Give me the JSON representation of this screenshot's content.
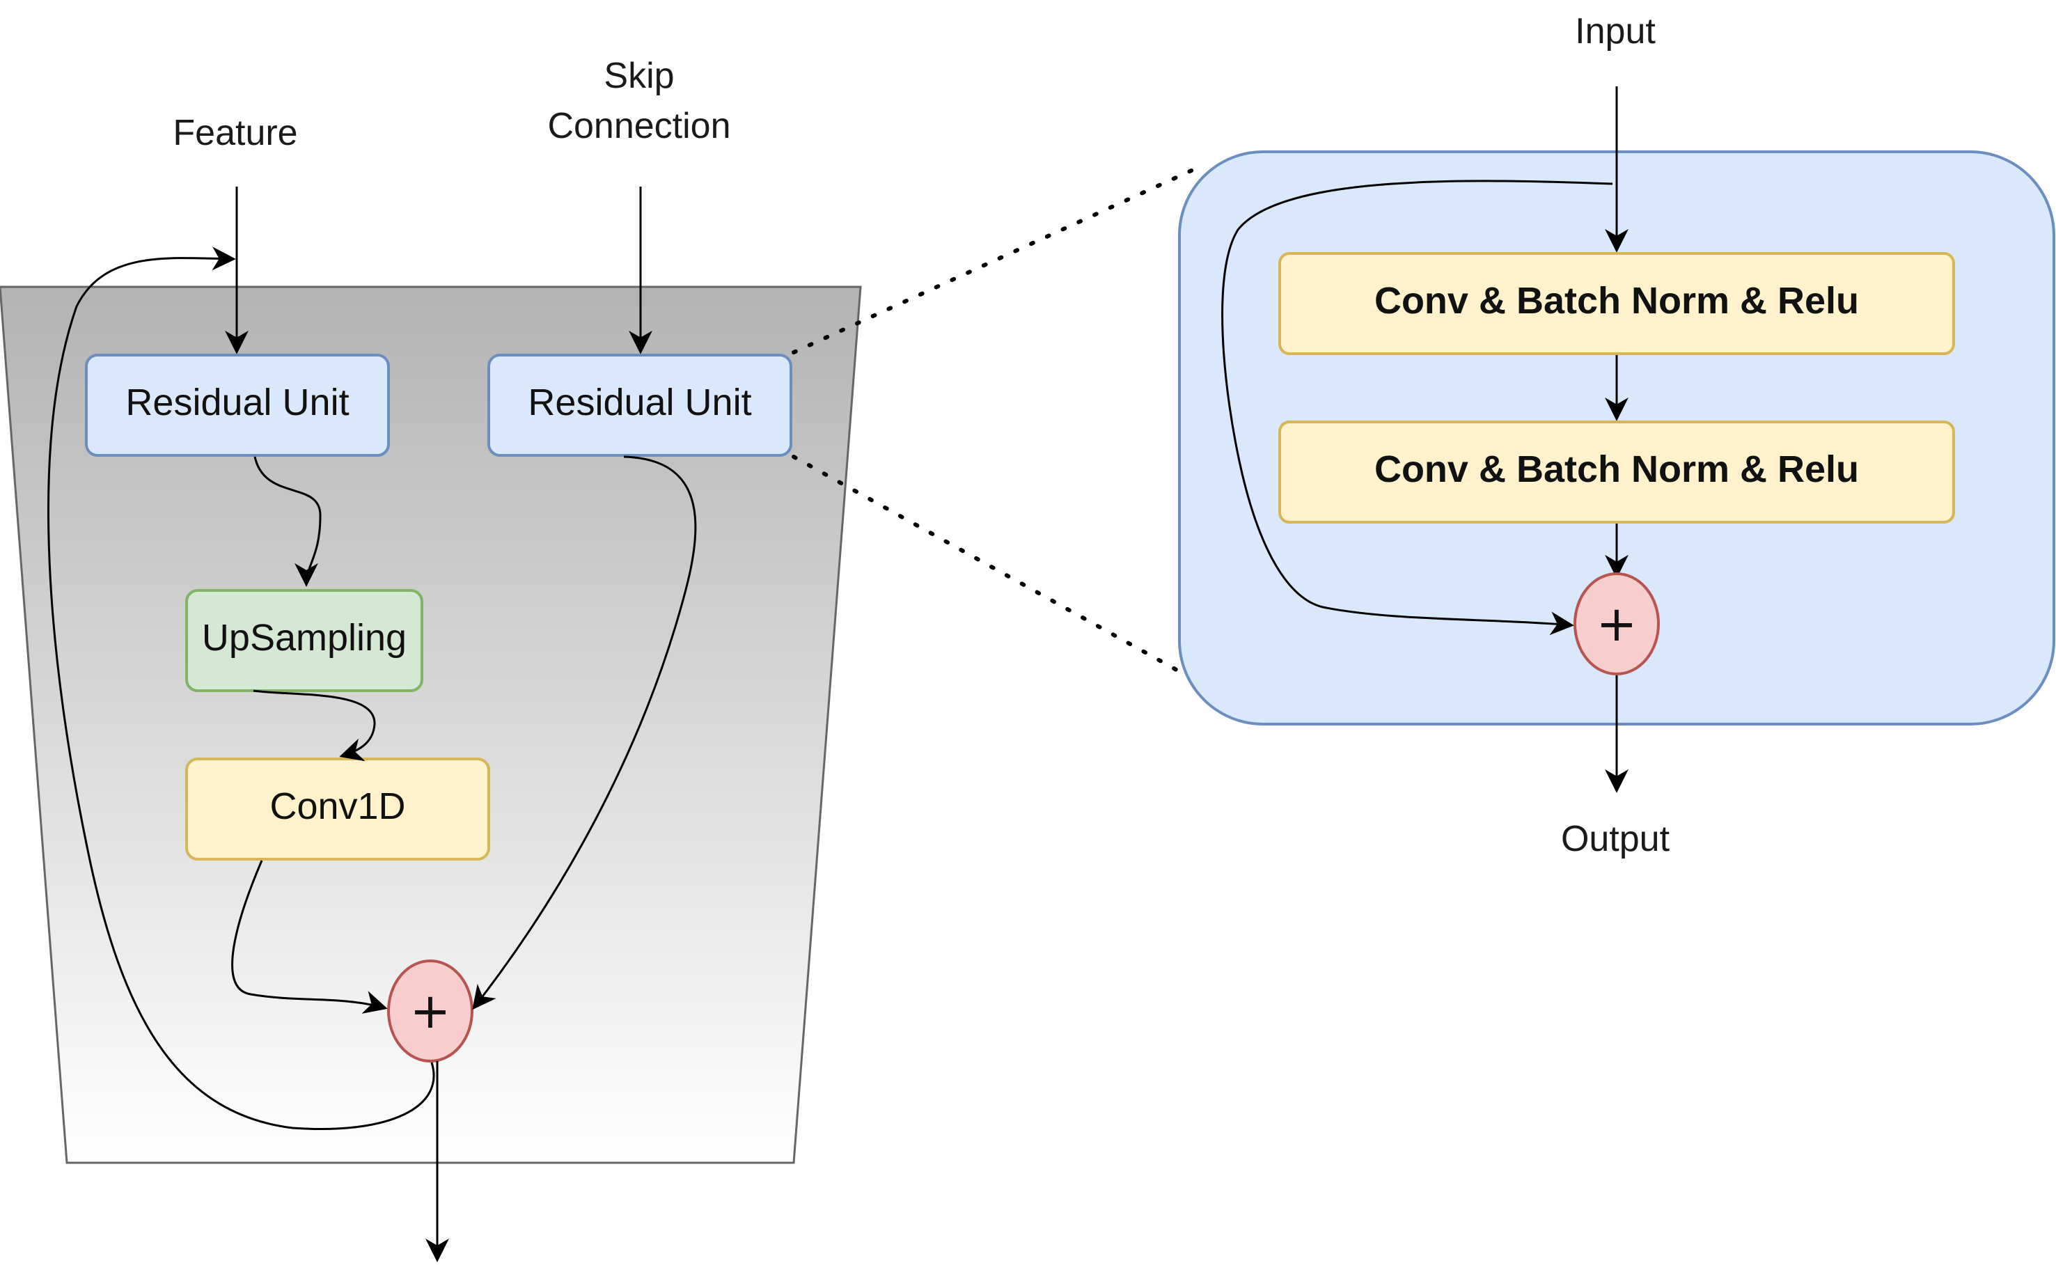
{
  "labels": {
    "feature": "Feature",
    "skip_line1": "Skip",
    "skip_line2": "Connection",
    "input": "Input",
    "output": "Output"
  },
  "decoder_block": {
    "residual_unit_left": "Residual Unit",
    "residual_unit_right": "Residual Unit",
    "upsampling": "UpSampling",
    "conv1d": "Conv1D",
    "sum_symbol": "+"
  },
  "residual_unit_detail": {
    "layer_1": "Conv & Batch Norm & Relu",
    "layer_2": "Conv & Batch Norm & Relu",
    "sum_symbol": "+"
  },
  "colors": {
    "blue_fill": "#dae8fc",
    "blue_stroke": "#6c8ebf",
    "green_fill": "#d5e8d4",
    "green_stroke": "#82b366",
    "yellow_fill": "#fff2cc",
    "yellow_stroke": "#d6b656",
    "red_fill": "#f8cecc",
    "red_stroke": "#b85450",
    "trapezoid_top": "#b3b3b3",
    "trapezoid_bottom": "#ffffff"
  }
}
